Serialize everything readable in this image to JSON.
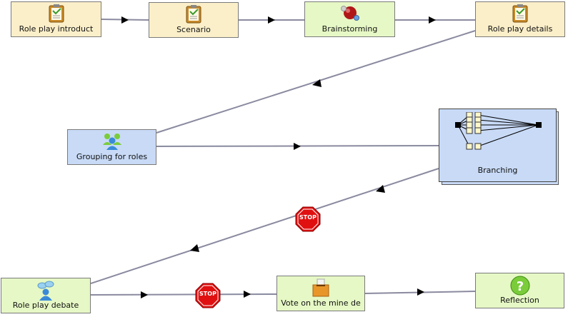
{
  "nodes": {
    "role_play_intro": "Role play introduct",
    "scenario": "Scenario",
    "brainstorming": "Brainstorming",
    "role_play_details": "Role play details",
    "grouping_for_roles": "Grouping for roles",
    "branching": "Branching",
    "role_play_debate": "Role play debate",
    "vote": "Vote on the mine de",
    "reflection": "Reflection"
  },
  "gates": {
    "stop_1": "STOP",
    "stop_2": "STOP"
  },
  "colors": {
    "tool": "#fbefc9",
    "collaboration": "#e6f8c5",
    "grouping": "#c8daf6",
    "connector": "#8a8aa0",
    "stop": "#e01010"
  },
  "icons": [
    "notepad-icon",
    "brainstorm-icon",
    "people-icon",
    "branch-icon",
    "stop-sign-icon",
    "ballot-box-icon",
    "question-icon"
  ]
}
